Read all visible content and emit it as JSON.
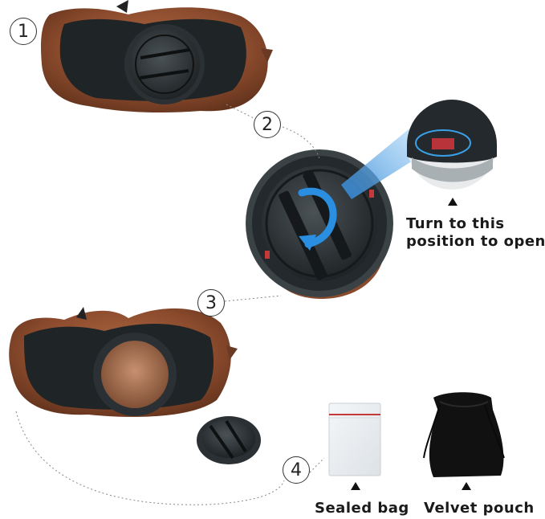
{
  "steps": [
    "1",
    "2",
    "3",
    "4"
  ],
  "captions": {
    "turn_line1": "Turn to this",
    "turn_line2": "position to open",
    "sealed_bag": "Sealed bag",
    "velvet_pouch": "Velvet pouch"
  },
  "colors": {
    "wood": "#8a4a2c",
    "wood_dark": "#5a2e1a",
    "base_black": "#1e2224",
    "highlight_blue": "#3aa0e8"
  }
}
